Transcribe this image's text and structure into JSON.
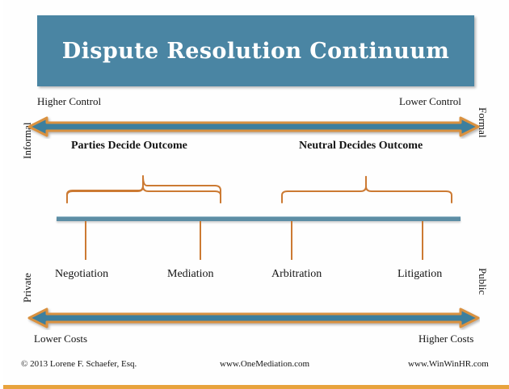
{
  "title": {
    "text": "Dispute Resolution Continuum",
    "banner_color": "#4a85a3",
    "text_color": "#ffffff"
  },
  "axes": {
    "top_left_label": "Higher Control",
    "top_right_label": "Lower Control",
    "left_vertical_top": "Informal",
    "right_vertical_top": "Formal",
    "left_vertical_bottom": "Private",
    "right_vertical_bottom": "Public",
    "bottom_left_label": "Lower Costs",
    "bottom_right_label": "Higher Costs"
  },
  "groups": [
    {
      "label": "Parties Decide Outcome"
    },
    {
      "label": "Neutral Decides Outcome"
    }
  ],
  "continuum": {
    "nodes": [
      {
        "label": "Negotiation"
      },
      {
        "label": "Mediation"
      },
      {
        "label": "Arbitration"
      },
      {
        "label": "Litigation"
      }
    ],
    "line_color": "#5d8ea5",
    "tick_color": "#cc7a33",
    "brace_color": "#cc7a33"
  },
  "arrows": {
    "top": {
      "direction": "double",
      "fill": "#3c7f9e",
      "outline": "#d9913f"
    },
    "bottom": {
      "direction": "double",
      "fill": "#3c7f9e",
      "outline": "#d9913f"
    }
  },
  "footer": {
    "copyright": "© 2013 Lorene F. Schaefer, Esq.",
    "site_center": "www.OneMediation.com",
    "site_right": "www.WinWinHR.com",
    "rule_color": "#e8a33d"
  }
}
